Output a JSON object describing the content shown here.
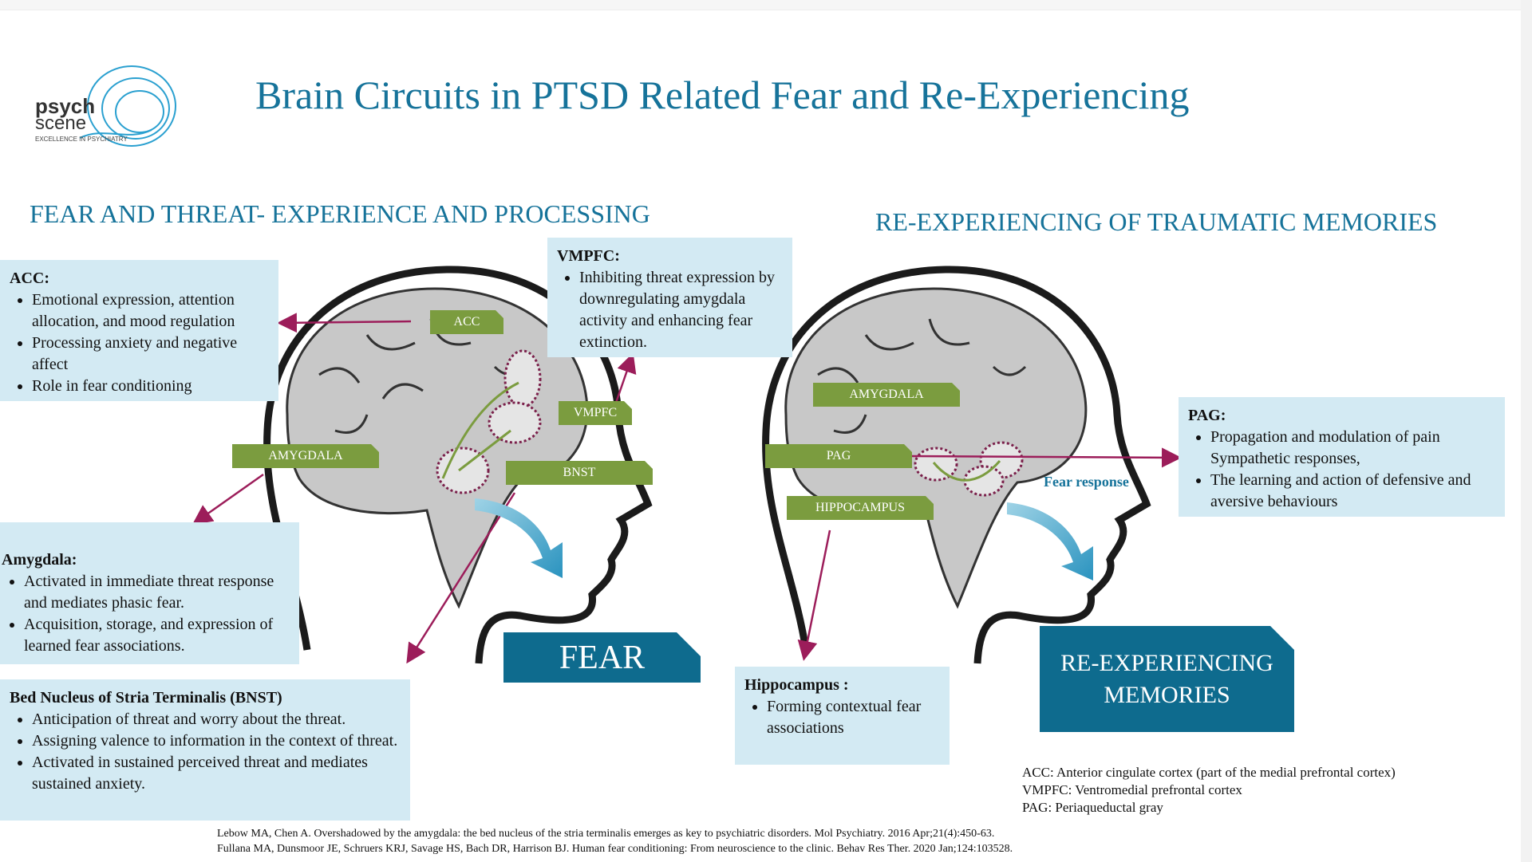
{
  "title": "Brain Circuits in PTSD Related Fear and Re-Experiencing",
  "logo": {
    "line1": "psych",
    "line2": "scene",
    "tagline": "EXCELLENCE IN PSYCHIATRY"
  },
  "colors": {
    "accent": "#16739a",
    "box": "#d3eaf3",
    "label_green": "#7b9c3f",
    "dark_box": "#0e6b8e",
    "arrow": "#9c1d5a"
  },
  "left": {
    "heading": "FEAR AND THREAT- EXPERIENCE AND PROCESSING",
    "labels": {
      "acc": "ACC",
      "vmpfc": "VMPFC",
      "amygdala": "AMYGDALA",
      "bnst": "BNST"
    },
    "outcome": "FEAR",
    "acc_box": {
      "title": "ACC:",
      "items": [
        "Emotional expression, attention allocation, and mood regulation",
        "Processing anxiety and negative affect",
        "Role in fear conditioning"
      ]
    },
    "vmpfc_box": {
      "title": "VMPFC:",
      "items": [
        "Inhibiting threat expression by downregulating amygdala activity and enhancing fear extinction."
      ]
    },
    "amygdala_box": {
      "title": "Amygdala:",
      "items": [
        "Activated in immediate threat response and mediates phasic fear.",
        "Acquisition, storage, and expression of learned fear associations."
      ]
    },
    "bnst_box": {
      "title": "Bed Nucleus of Stria Terminalis (BNST)",
      "items": [
        "Anticipation of threat and worry about the threat.",
        "Assigning valence to information in the context of threat.",
        "Activated in sustained perceived threat and mediates sustained anxiety."
      ]
    }
  },
  "right": {
    "heading": "RE-EXPERIENCING OF TRAUMATIC MEMORIES",
    "labels": {
      "amygdala": "AMYGDALA",
      "pag": "PAG",
      "hippocampus": "HIPPOCAMPUS"
    },
    "fear_response": "Fear response",
    "outcome_line1": "RE-EXPERIENCING",
    "outcome_line2": "MEMORIES",
    "pag_box": {
      "title": "PAG:",
      "items": [
        "Propagation and modulation of pain Sympathetic responses,",
        "The learning and action of defensive and aversive behaviours"
      ]
    },
    "hippocampus_box": {
      "title": "Hippocampus :",
      "items": [
        "Forming contextual fear associations"
      ]
    }
  },
  "legend": [
    "ACC: Anterior cingulate cortex (part of the medial prefrontal cortex)",
    "VMPFC: Ventromedial prefrontal cortex",
    "PAG: Periaqueductal gray"
  ],
  "references": [
    "Lebow MA, Chen A. Overshadowed by the amygdala: the bed nucleus of the stria terminalis emerges as key to psychiatric disorders. Mol Psychiatry. 2016 Apr;21(4):450-63.",
    "Fullana MA, Dunsmoor JE, Schruers KRJ, Savage HS, Bach DR, Harrison BJ. Human fear conditioning: From neuroscience to the clinic. Behav Res Ther. 2020 Jan;124:103528."
  ]
}
